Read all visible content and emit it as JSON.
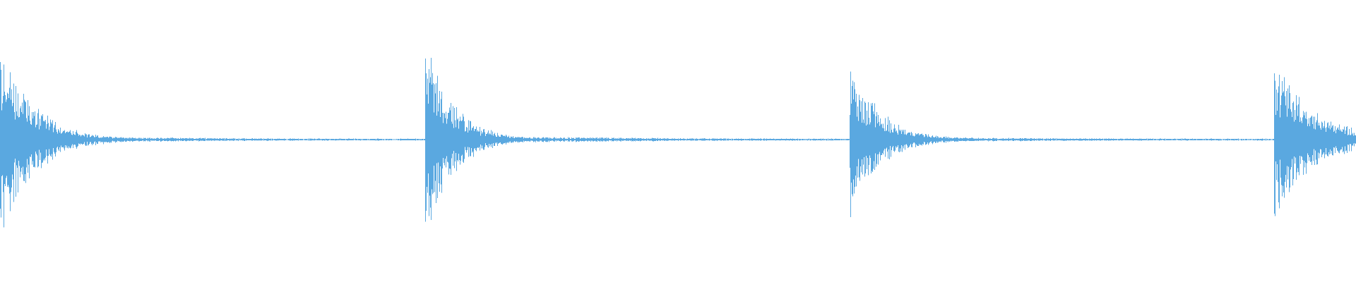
{
  "waveform": {
    "color": "#5aa8e0",
    "amplitude_range": [
      -1,
      1
    ],
    "baseline_amplitude": 0.006,
    "transients": [
      {
        "time_fraction": 0.0,
        "peak_amplitude": 0.88,
        "decay_fraction": 0.025,
        "tail_amplitude": 0.035
      },
      {
        "time_fraction": 0.314,
        "peak_amplitude": 0.9,
        "decay_fraction": 0.02,
        "tail_amplitude": 0.04
      },
      {
        "time_fraction": 0.627,
        "peak_amplitude": 0.72,
        "decay_fraction": 0.022,
        "tail_amplitude": 0.03
      },
      {
        "time_fraction": 0.94,
        "peak_amplitude": 0.7,
        "decay_fraction": 0.03,
        "tail_amplitude": 0.03
      }
    ]
  }
}
